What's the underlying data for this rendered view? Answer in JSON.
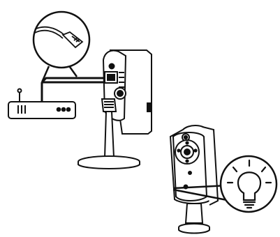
{
  "diagram": {
    "kind": "camera-setup-illustration",
    "steps": [
      {
        "id": "wired-connection",
        "icons": [
          "ethernet-plug-icon",
          "router-icon",
          "camera-icon"
        ]
      },
      {
        "id": "status-light",
        "icons": [
          "lightbulb-icon",
          "camera-icon"
        ]
      }
    ]
  },
  "colors": {
    "line": "#111111",
    "fill": "#ffffff",
    "shade": "#d9d9d9"
  }
}
